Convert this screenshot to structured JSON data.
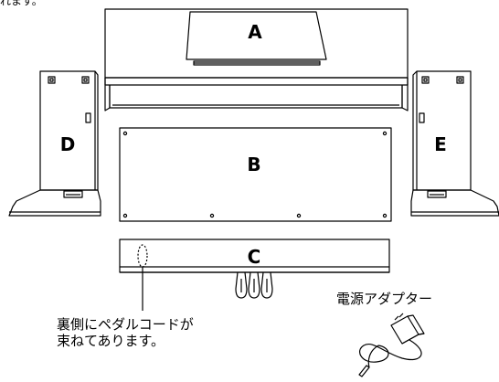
{
  "header_fragment": "れます。",
  "parts": {
    "a": "A",
    "b": "B",
    "c": "C",
    "d": "D",
    "e": "E"
  },
  "annotations": {
    "pedal_cord_line1": "裏側にペダルコードが",
    "pedal_cord_line2": "束ねてあります。",
    "power_adapter": "電源アダプター"
  }
}
